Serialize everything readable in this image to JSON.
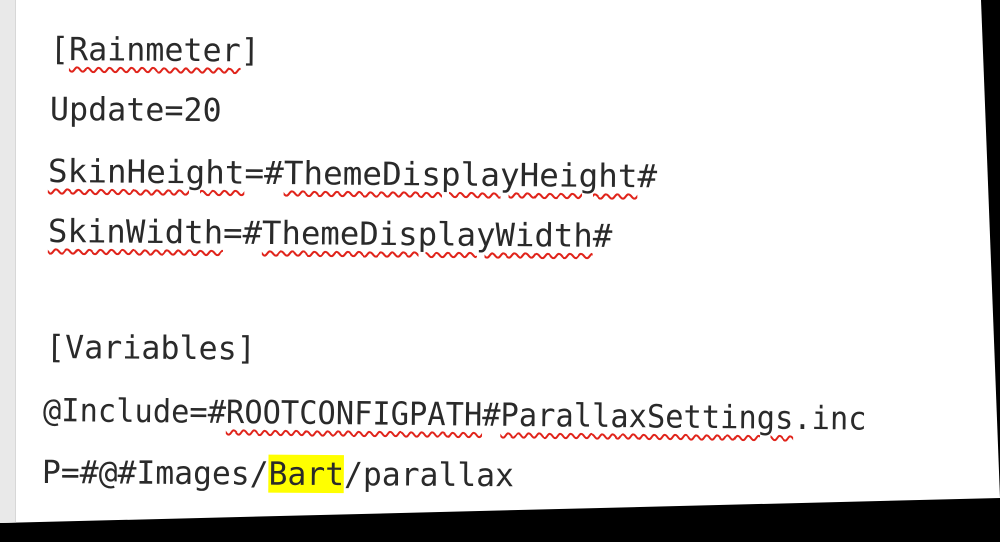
{
  "editor": {
    "lines": [
      {
        "segments": [
          "[",
          "Rainmeter",
          "]"
        ]
      },
      {
        "segments": [
          "Update=20"
        ]
      },
      {
        "segments": [
          "SkinHeight",
          "=#",
          "ThemeDisplayHeight",
          "#"
        ]
      },
      {
        "segments": [
          "SkinWidth",
          "=#",
          "ThemeDisplayWidth",
          "#"
        ]
      },
      {
        "segments": [
          "[Variables]"
        ]
      },
      {
        "segments": [
          "@Include=#",
          "ROOTCONFIGPATH",
          "#",
          "ParallaxSettings",
          ".inc"
        ]
      },
      {
        "segments": [
          "P=#@#Images/",
          "Bart",
          "/parallax"
        ]
      }
    ]
  },
  "colors": {
    "text": "#2a2a2a",
    "spellcheck_underline": "#e0241b",
    "highlight": "#ffff00",
    "page": "#ffffff",
    "background": "#000000"
  }
}
